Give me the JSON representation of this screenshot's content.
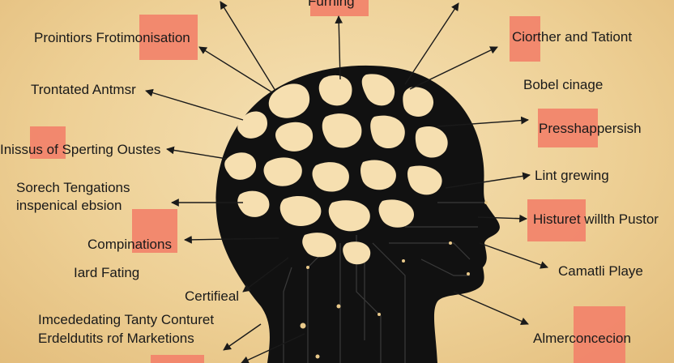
{
  "labels": {
    "top_center": "Furhing",
    "left_1": "Prointiors Frotimonisation",
    "left_2": "Trontated Antmsr",
    "left_3": "Inissus of Sperting Oustes",
    "left_4a": "Sorech Tengations",
    "left_4b": "inspenical ebsion",
    "left_5": "Compinations",
    "left_6": "Iard Fating",
    "left_7": "Certifieal",
    "left_8a": "Imcededating Tanty Conturet",
    "left_8b": "Erdeldutits rof Marketions",
    "right_1": "Ciorther and Tationt",
    "right_2": "Bobel cinage",
    "right_3": "Presshappersish",
    "right_4": "Lint grewing",
    "right_5": "Histuret willth Pustor",
    "right_6": "Camatli Playe",
    "right_7": "Almerconcecion"
  },
  "colors": {
    "background": "#efd59f",
    "highlight": "#f2826a",
    "head": "#111111",
    "brain_lobes": "#f6dfb0",
    "arrows": "#1a1a1a",
    "text": "#1a1a1a"
  }
}
